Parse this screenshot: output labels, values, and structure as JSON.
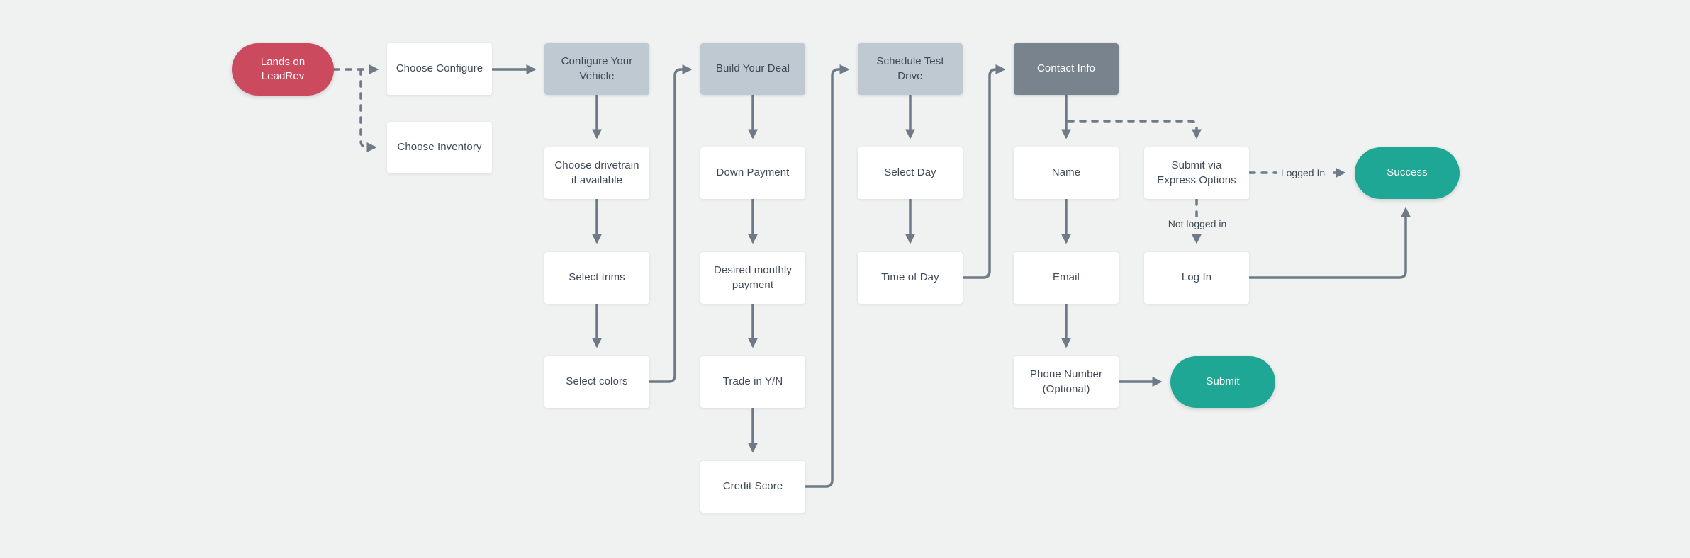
{
  "canvas": {
    "background": "#f0f2f1"
  },
  "colors": {
    "start_node": "#cb4a5e",
    "stage_node": "#bfc9d2",
    "stage_node_dark": "#78838e",
    "terminal_node": "#1ea794",
    "card_node": "#ffffff",
    "connector": "#6e7a88",
    "text_dark": "#3e4956",
    "text_light": "#ffffff"
  },
  "nodes": {
    "landing": {
      "label": "Lands on LeadRev",
      "type": "start"
    },
    "choose_configure": {
      "label": "Choose Configure",
      "type": "card"
    },
    "choose_inventory": {
      "label": "Choose Inventory",
      "type": "card"
    },
    "configure_vehicle": {
      "label": "Configure Your Vehicle",
      "type": "stage"
    },
    "choose_drivetrain": {
      "label": "Choose drivetrain if available",
      "type": "card"
    },
    "select_trims": {
      "label": "Select trims",
      "type": "card"
    },
    "select_colors": {
      "label": "Select colors",
      "type": "card"
    },
    "build_deal": {
      "label": "Build Your Deal",
      "type": "stage"
    },
    "down_payment": {
      "label": "Down Payment",
      "type": "card"
    },
    "desired_monthly": {
      "label": "Desired monthly payment",
      "type": "card"
    },
    "trade_in": {
      "label": "Trade in Y/N",
      "type": "card"
    },
    "credit_score": {
      "label": "Credit Score",
      "type": "card"
    },
    "schedule_test_drive": {
      "label": "Schedule Test Drive",
      "type": "stage"
    },
    "select_day": {
      "label": "Select Day",
      "type": "card"
    },
    "time_of_day": {
      "label": "Time of Day",
      "type": "card"
    },
    "contact_info": {
      "label": "Contact Info",
      "type": "stage-dark"
    },
    "name": {
      "label": "Name",
      "type": "card"
    },
    "email": {
      "label": "Email",
      "type": "card"
    },
    "phone_number": {
      "label": "Phone Number (Optional)",
      "type": "card"
    },
    "submit_express": {
      "label": "Submit via Express Options",
      "type": "card"
    },
    "log_in": {
      "label": "Log In",
      "type": "card"
    },
    "submit": {
      "label": "Submit",
      "type": "terminal"
    },
    "success": {
      "label": "Success",
      "type": "terminal"
    }
  },
  "edge_labels": {
    "logged_in": "Logged In",
    "not_logged_in": "Not logged in"
  },
  "edges": [
    {
      "from": "landing",
      "to": "choose_configure",
      "style": "dashed"
    },
    {
      "from": "landing",
      "to": "choose_inventory",
      "style": "dashed"
    },
    {
      "from": "choose_configure",
      "to": "configure_vehicle",
      "style": "solid"
    },
    {
      "from": "configure_vehicle",
      "to": "choose_drivetrain",
      "style": "solid"
    },
    {
      "from": "choose_drivetrain",
      "to": "select_trims",
      "style": "solid"
    },
    {
      "from": "select_trims",
      "to": "select_colors",
      "style": "solid"
    },
    {
      "from": "select_colors",
      "to": "build_deal",
      "style": "solid"
    },
    {
      "from": "build_deal",
      "to": "down_payment",
      "style": "solid"
    },
    {
      "from": "down_payment",
      "to": "desired_monthly",
      "style": "solid"
    },
    {
      "from": "desired_monthly",
      "to": "trade_in",
      "style": "solid"
    },
    {
      "from": "trade_in",
      "to": "credit_score",
      "style": "solid"
    },
    {
      "from": "credit_score",
      "to": "schedule_test_drive",
      "style": "solid"
    },
    {
      "from": "schedule_test_drive",
      "to": "select_day",
      "style": "solid"
    },
    {
      "from": "select_day",
      "to": "time_of_day",
      "style": "solid"
    },
    {
      "from": "time_of_day",
      "to": "contact_info",
      "style": "solid"
    },
    {
      "from": "contact_info",
      "to": "name",
      "style": "solid"
    },
    {
      "from": "contact_info",
      "to": "submit_express",
      "style": "dashed"
    },
    {
      "from": "name",
      "to": "email",
      "style": "solid"
    },
    {
      "from": "email",
      "to": "phone_number",
      "style": "solid"
    },
    {
      "from": "phone_number",
      "to": "submit",
      "style": "solid"
    },
    {
      "from": "submit_express",
      "to": "success",
      "style": "dashed",
      "label": "Logged In"
    },
    {
      "from": "submit_express",
      "to": "log_in",
      "style": "dashed",
      "label": "Not logged in"
    },
    {
      "from": "log_in",
      "to": "success",
      "style": "solid"
    }
  ]
}
